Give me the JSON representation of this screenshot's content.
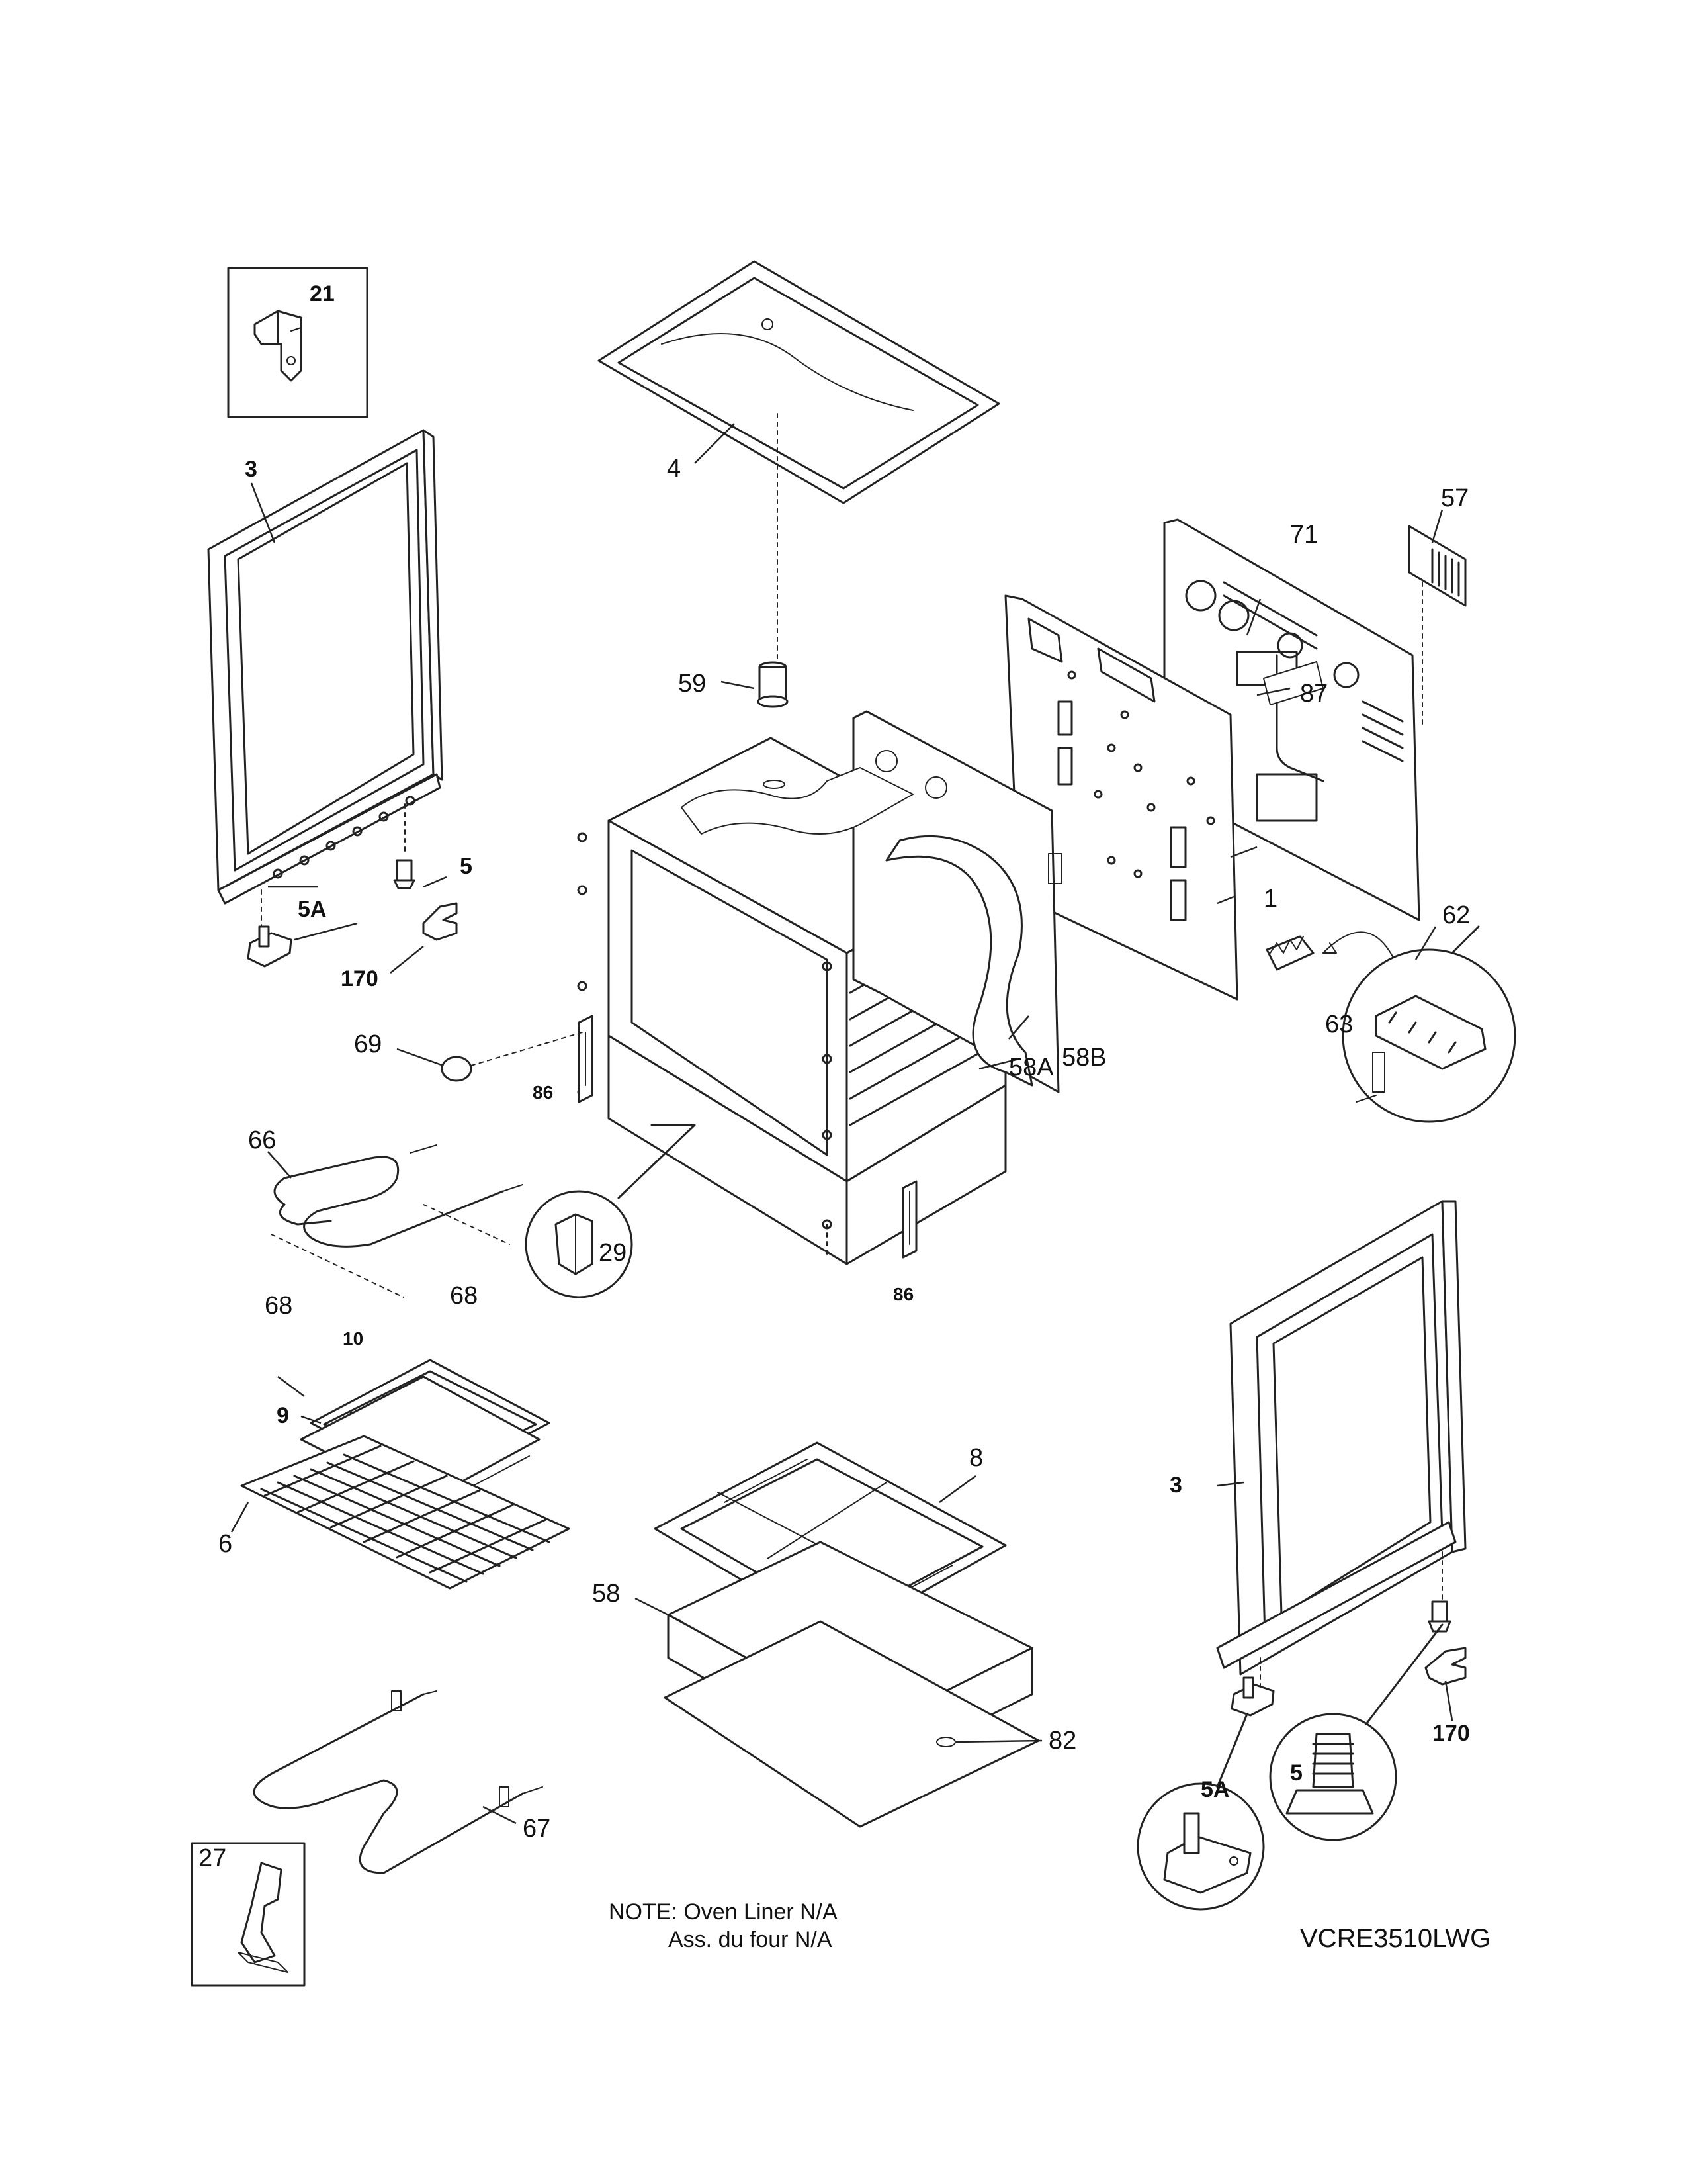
{
  "labels": {
    "p1": "1",
    "p3_left": "3",
    "p3_right": "3",
    "p4": "4",
    "p5_left": "5",
    "p5_right": "5",
    "p5a_left": "5A",
    "p5a_right": "5A",
    "p6": "6",
    "p8": "8",
    "p9": "9",
    "p10": "10",
    "p21": "21",
    "p27": "27",
    "p29": "29",
    "p57": "57",
    "p58": "58",
    "p58a": "58A",
    "p58b": "58B",
    "p59": "59",
    "p62": "62",
    "p63": "63",
    "p66": "66",
    "p67": "67",
    "p68_a": "68",
    "p68_b": "68",
    "p69": "69",
    "p71": "71",
    "p82": "82",
    "p86_left": "86",
    "p86_bottom": "86",
    "p87": "87",
    "p170_left": "170",
    "p170_right": "170"
  },
  "note": {
    "line1": "NOTE: Oven Liner N/A",
    "line2": "Ass. du four N/A"
  },
  "model": "VCRE3510LWG"
}
